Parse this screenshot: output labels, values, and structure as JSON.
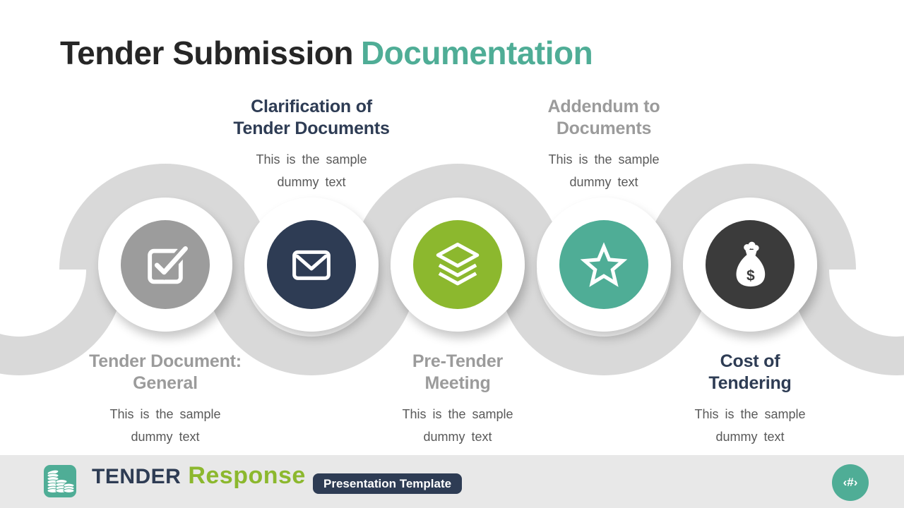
{
  "title": {
    "part1": "Tender Submission",
    "part2": "Documentation"
  },
  "steps": [
    {
      "name": "Tender Document: General",
      "heading1": "Tender Document:",
      "heading2": "General",
      "body1": "This is the sample",
      "body2": "dummy text",
      "icon": "checkbox",
      "label_position": "bottom",
      "circle_color": "#9C9C9C",
      "heading_color": "#9B9B9B"
    },
    {
      "name": "Clarification of Tender Documents",
      "heading1": "Clarification of",
      "heading2": "Tender Documents",
      "body1": "This is the sample",
      "body2": "dummy text",
      "icon": "envelope",
      "label_position": "top",
      "circle_color": "#2E3C54",
      "heading_color": "#2E3C54"
    },
    {
      "name": "Pre-Tender Meeting",
      "heading1": "Pre-Tender",
      "heading2": "Meeting",
      "body1": "This is the sample",
      "body2": "dummy text",
      "icon": "layers",
      "label_position": "bottom",
      "circle_color": "#8CB82E",
      "heading_color": "#9B9B9B"
    },
    {
      "name": "Addendum to Documents",
      "heading1": "Addendum to",
      "heading2": "Documents",
      "body1": "This is the sample",
      "body2": "dummy text",
      "icon": "star",
      "label_position": "top",
      "circle_color": "#4FAD96",
      "heading_color": "#9B9B9B"
    },
    {
      "name": "Cost of Tendering",
      "heading1": "Cost of",
      "heading2": "Tendering",
      "body1": "This is the sample",
      "body2": "dummy text",
      "icon": "money-bag",
      "label_position": "bottom",
      "circle_color": "#3B3B3B",
      "heading_color": "#2E3C54"
    }
  ],
  "footer": {
    "brand_part1": "TENDER",
    "brand_part2": "Response",
    "badge": "Presentation Template",
    "page_number": "‹#›"
  },
  "colors": {
    "accent_teal": "#4FAD96",
    "navy": "#2E3C54",
    "green": "#8CB82E",
    "gray_circle": "#9C9C9C",
    "dark_circle": "#3B3B3B",
    "arc_gray": "#D9D9D9",
    "body_text": "#595959",
    "gray_heading": "#9B9B9B",
    "footer_bg": "#E8E8E8",
    "title_dark": "#262626"
  }
}
